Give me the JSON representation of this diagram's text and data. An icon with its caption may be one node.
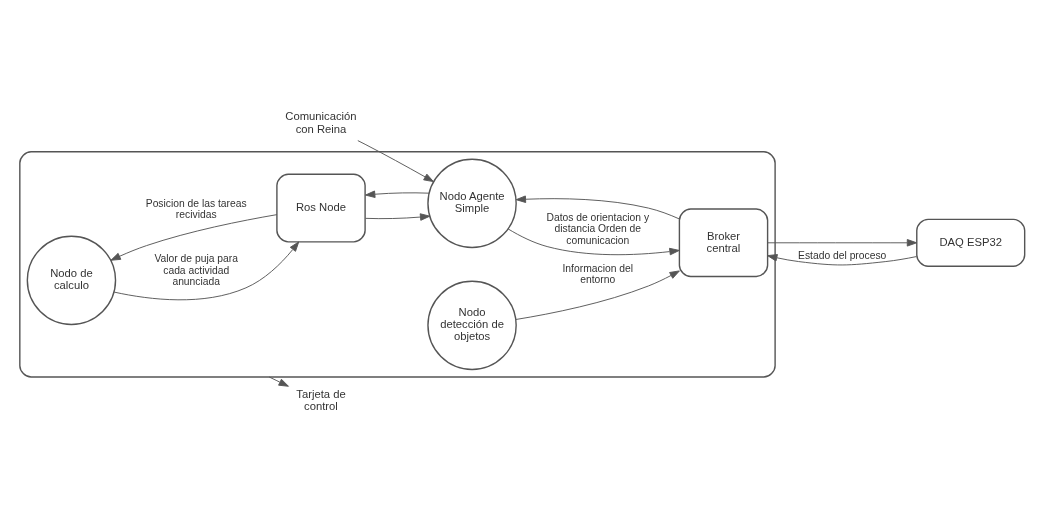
{
  "diagram": {
    "nodes": [
      {
        "text": [
          "Comunicación con Reina"
        ]
      },
      {
        "text": [
          "Tarjeta de control"
        ]
      },
      {
        "text": [],
        "shape": "box"
      },
      {
        "text": [
          "Nodo de calculo"
        ],
        "in": 2
      },
      {
        "text": [
          "Ros Node"
        ],
        "in": 2
      },
      {
        "text": [
          "Nodo Agente Simple"
        ],
        "in": 2
      },
      {
        "text": [
          "Broker central"
        ],
        "in": 2
      },
      {
        "text": [
          "DAQ ESP32"
        ]
      },
      {
        "text": [
          "Nodo detección de objetos"
        ],
        "in": 2
      }
    ],
    "edges": [
      {
        "from": 0,
        "to": 5,
        "arrow": "to"
      },
      {
        "from": 2,
        "to": 1,
        "arrow": "to"
      },
      {
        "from": 4,
        "to": 3,
        "arrow": "to",
        "label": "Posicion de las tareas recividas"
      },
      {
        "from": 3,
        "to": 4,
        "arrow": "to",
        "label": "Valor de puja para cada actividad anunciada"
      },
      {
        "from": 5,
        "to": 4,
        "arrow": "to"
      },
      {
        "from": 4,
        "to": 5,
        "arrow": "to"
      },
      {
        "from": 5,
        "to": 6,
        "arrow": "to",
        "label": "Datos de orientacion y distancia Orden de comunicacion"
      },
      {
        "from": 6,
        "to": 5,
        "arrow": "to"
      },
      {
        "from": 6,
        "to": 7,
        "arrow": "to"
      },
      {
        "from": 7,
        "to": 6,
        "arrow": "to",
        "label": "Estado del proceso"
      },
      {
        "from": 8,
        "to": 6,
        "arrow": "to",
        "label": "Informacion del entorno"
      }
    ]
  }
}
